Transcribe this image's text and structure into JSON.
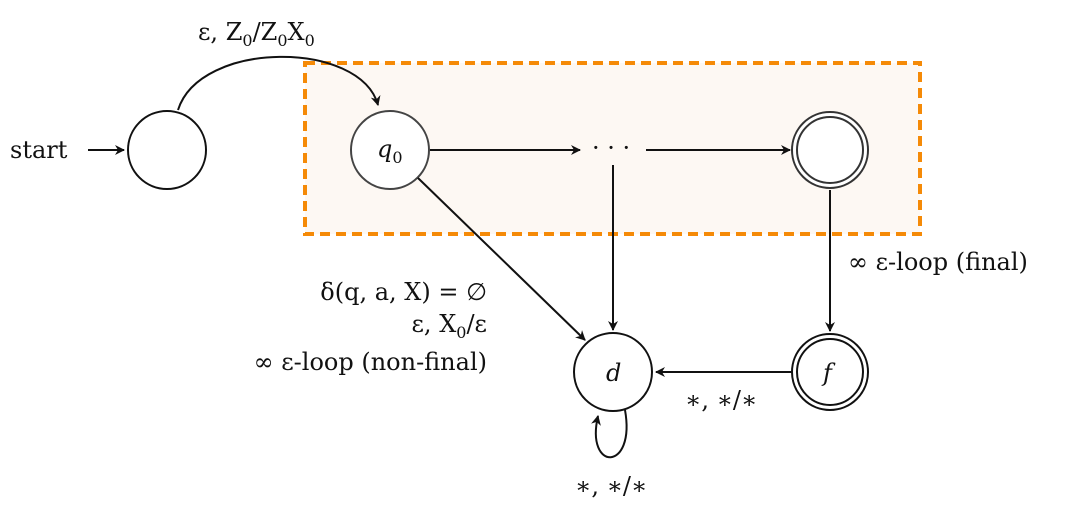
{
  "start_label": "start",
  "states": {
    "initial": "",
    "q0": "q",
    "q0_sub": "0",
    "middle": "· · ·",
    "accept": "",
    "dead": "d",
    "final": "f"
  },
  "edges": {
    "init_to_q0": {
      "a": "ε, Z",
      "b": "0",
      "c": "/Z",
      "d": "0",
      "e": "X",
      "f": "0"
    },
    "final_to_f": "∞ ε-loop (final)",
    "to_dead_1": "δ(q, a, X) = ∅",
    "to_dead_2a": "ε, X",
    "to_dead_2b": "0",
    "to_dead_2c": "/ε",
    "to_dead_3": "∞ ε-loop (non-final)",
    "f_to_d": "∗, ∗/∗",
    "d_loop": "∗, ∗/∗"
  },
  "colors": {
    "highlight_border": "#f58a07",
    "highlight_fill": "#fdf8f3"
  }
}
